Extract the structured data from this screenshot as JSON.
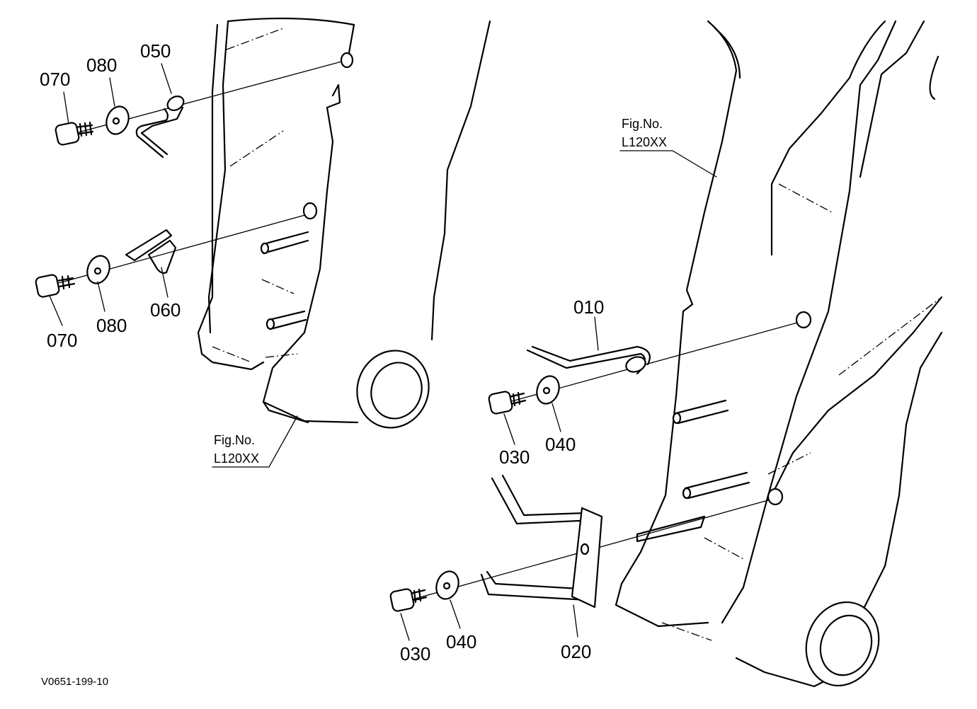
{
  "diagram_code": "V0651-199-10",
  "fig_refs": [
    {
      "line1": "Fig.No.",
      "line2": "L120XX"
    },
    {
      "line1": "Fig.No.",
      "line2": "L120XX"
    }
  ],
  "part_labels": {
    "p010": "010",
    "p020": "020",
    "p030_a": "030",
    "p030_b": "030",
    "p040_a": "040",
    "p040_b": "040",
    "p050": "050",
    "p060": "060",
    "p070_a": "070",
    "p070_b": "070",
    "p080_a": "080",
    "p080_b": "080"
  }
}
